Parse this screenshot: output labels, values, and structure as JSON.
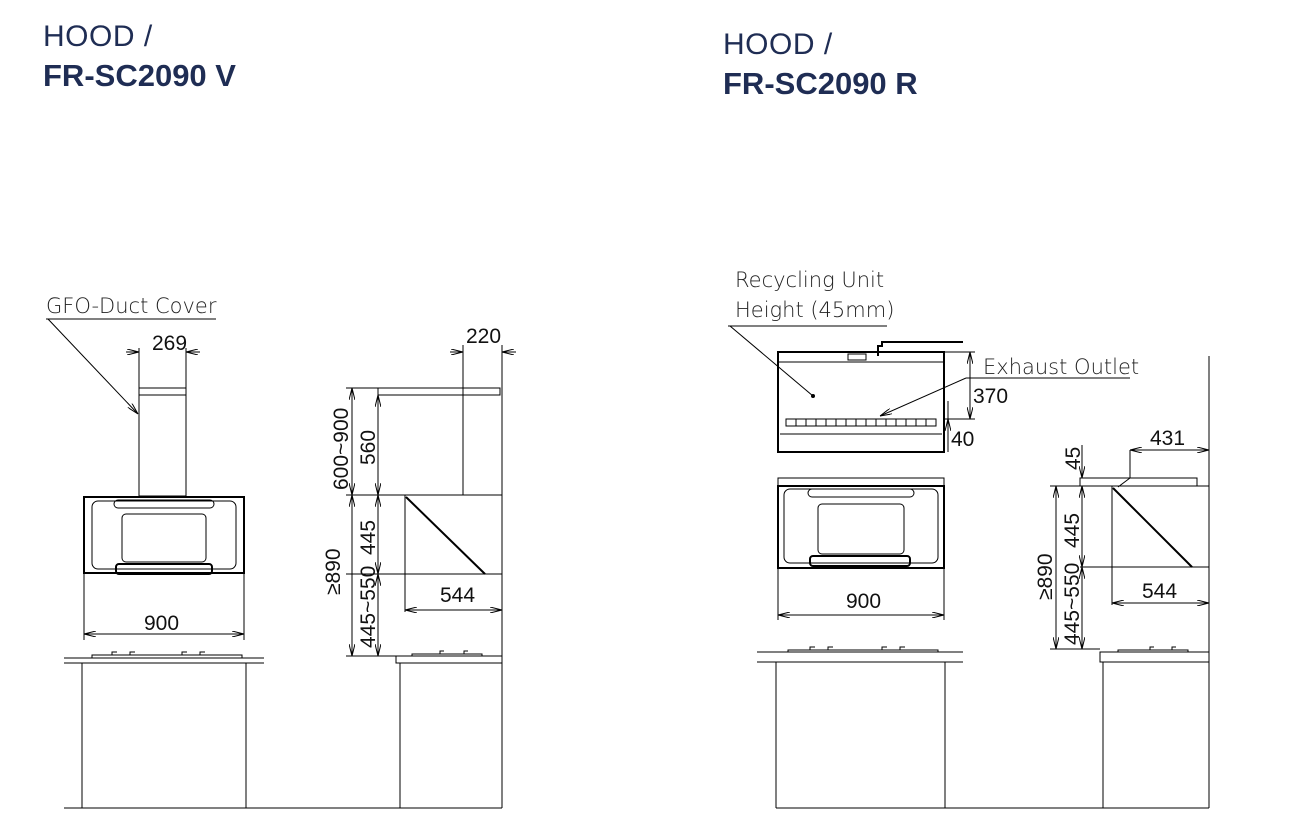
{
  "left": {
    "title_prefix": "HOOD /",
    "model": "FR-SC2090 V",
    "callout": "GFO-Duct Cover",
    "dims": {
      "duct_width": "269",
      "duct_depth": "220",
      "duct_range": "600~900",
      "duct_height": "560",
      "hood_height": "445",
      "min_total": "≥890",
      "clearance": "445~550",
      "hood_depth": "544",
      "hood_width": "900"
    }
  },
  "right": {
    "title_prefix": "HOOD /",
    "model": "FR-SC2090 R",
    "callout_line1": "Recycling Unit",
    "callout_line2": "Height (45mm)",
    "callout_exhaust": "Exhaust Outlet",
    "dims": {
      "unit_height": "370",
      "outlet_height": "40",
      "unit_depth": "431",
      "unit_thickness": "45",
      "hood_height": "445",
      "min_total": "≥890",
      "clearance": "445~550",
      "hood_depth": "544",
      "hood_width": "900"
    }
  }
}
